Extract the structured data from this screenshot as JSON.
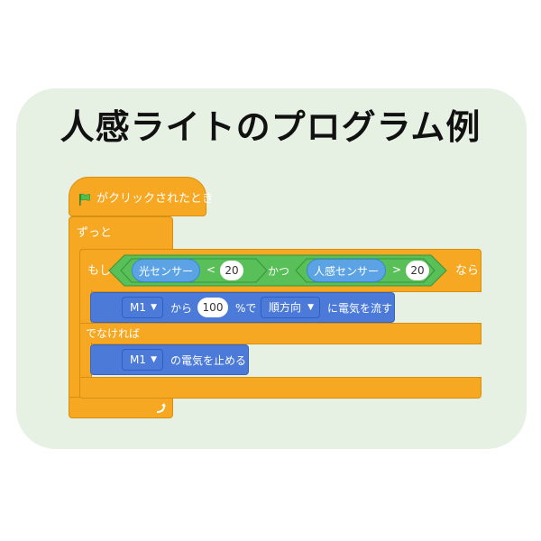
{
  "title": "人感ライトのプログラム例",
  "hat": {
    "label": "がクリックされたとき",
    "icon": "green-flag-icon"
  },
  "forever": {
    "label": "ずっと",
    "icon": "loop-arrow-icon"
  },
  "if_else": {
    "if_label": "もし",
    "then_label": "なら",
    "else_label": "でなければ",
    "condition": {
      "left": {
        "sensor": "光センサー",
        "op": "<",
        "value": "20"
      },
      "joiner": "かつ",
      "right": {
        "sensor": "人感センサー",
        "op": ">",
        "value": "20"
      }
    }
  },
  "motor_on": {
    "motor": "M1",
    "from_label": "から",
    "power": "100",
    "percent_label": "%で",
    "direction": "順方向",
    "action_label": "に電気を流す"
  },
  "motor_off": {
    "motor": "M1",
    "action_label": "の電気を止める"
  },
  "colors": {
    "background_card": "#e6f1e3",
    "control_orange": "#f7a823",
    "operator_green": "#59c059",
    "sensing_blue": "#5ca3e6",
    "motor_blue": "#4c7ad9"
  }
}
